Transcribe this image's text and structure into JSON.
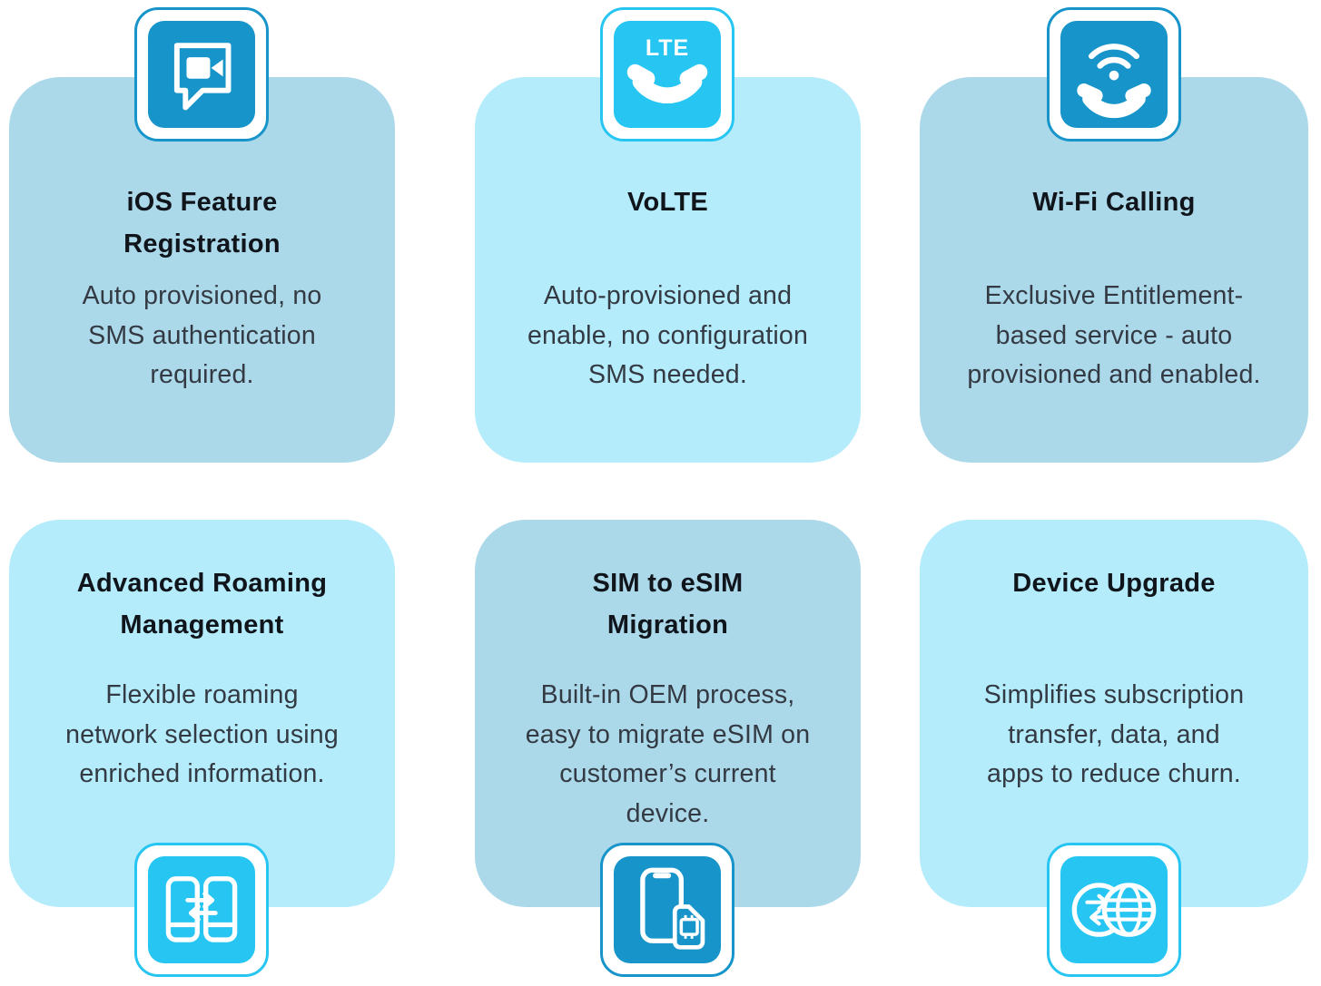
{
  "colors": {
    "card_muted_blue": "#ACD9EA",
    "card_light_cyan": "#B4ECFB",
    "icon_blue": "#1794C9",
    "icon_cyan": "#27C5F2",
    "title_text": "#10141B",
    "body_text": "#333A43"
  },
  "cards": [
    {
      "id": "ios-feature-registration",
      "title_lines": [
        "iOS Feature",
        "Registration"
      ],
      "body_lines": [
        "Auto provisioned, no",
        "SMS authentication",
        "required."
      ],
      "icon": "video-chat-icon",
      "variant": "blue",
      "icon_position": "top"
    },
    {
      "id": "volte",
      "title_lines": [
        "VoLTE"
      ],
      "body_lines": [
        "Auto-provisioned and",
        "enable, no configuration",
        "SMS needed."
      ],
      "icon": "lte-phone-icon",
      "icon_label": "LTE",
      "variant": "cyan",
      "icon_position": "top"
    },
    {
      "id": "wifi-calling",
      "title_lines": [
        "Wi-Fi Calling"
      ],
      "body_lines": [
        "Exclusive Entitlement-",
        "based service - auto",
        "provisioned and enabled."
      ],
      "icon": "wifi-calling-icon",
      "variant": "blue",
      "icon_position": "top"
    },
    {
      "id": "advanced-roaming-management",
      "title_lines": [
        "Advanced Roaming",
        "Management"
      ],
      "body_lines": [
        "Flexible roaming",
        "network selection using",
        "enriched information."
      ],
      "icon": "phones-transfer-icon",
      "variant": "cyan",
      "icon_position": "bottom"
    },
    {
      "id": "sim-to-esim-migration",
      "title_lines": [
        "SIM to eSIM",
        "Migration"
      ],
      "body_lines": [
        "Built-in OEM process,",
        "easy to migrate eSIM on",
        "customer’s current",
        "device."
      ],
      "icon": "phone-sim-icon",
      "variant": "blue",
      "icon_position": "bottom"
    },
    {
      "id": "device-upgrade",
      "title_lines": [
        "Device Upgrade"
      ],
      "body_lines": [
        "Simplifies subscription",
        "transfer, data, and",
        "apps to reduce churn."
      ],
      "icon": "globe-transfer-icon",
      "variant": "cyan",
      "icon_position": "bottom"
    }
  ]
}
